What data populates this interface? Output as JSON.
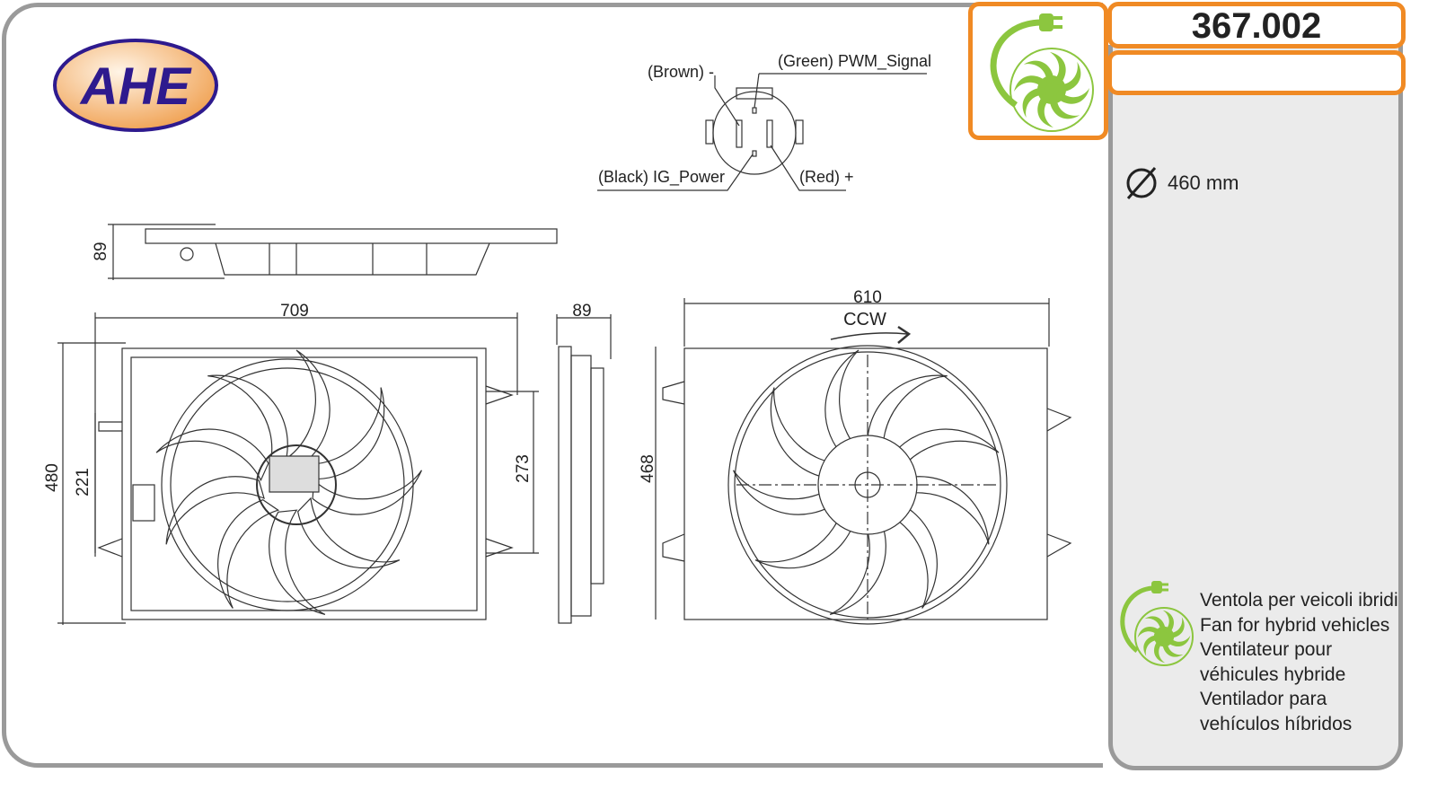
{
  "brand": {
    "logo_text": "AHE"
  },
  "part_number": "367.002",
  "diameter": {
    "icon": "diameter-icon",
    "value": "460 mm"
  },
  "connector": {
    "brown": "(Brown) -",
    "green": "(Green) PWM_Signal",
    "black": "(Black) IG_Power",
    "red": "(Red) +"
  },
  "dimensions": {
    "top_height": "89",
    "front_width": "709",
    "front_height": "480",
    "front_inner": "221",
    "front_right": "273",
    "side_depth": "89",
    "rear_width": "610",
    "rear_height": "468",
    "rotation": "CCW"
  },
  "description": [
    "Ventola per veicoli ibridi",
    "Fan for hybrid vehicles",
    "Ventilateur pour",
    "véhicules hybride",
    "Ventilador para",
    "vehículos híbridos"
  ],
  "colors": {
    "orange": "#f08a24",
    "green": "#8cc63f",
    "logo_blue": "#2e1a8e",
    "border": "#9a9a9a"
  }
}
